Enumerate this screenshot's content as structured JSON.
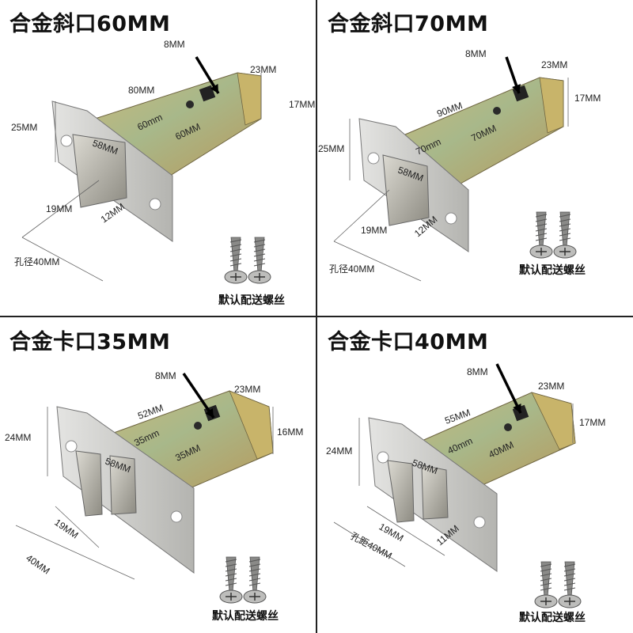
{
  "panels": [
    {
      "title": "合金斜口60MM",
      "bolt": "slanted",
      "labels": {
        "hole": "8MM",
        "width": "23MM",
        "length": "80MM",
        "height": "17MM",
        "backset": "60MM",
        "plate": "25MM",
        "face": "58MM",
        "bolt_w": "19MM",
        "bolt_d": "12MM",
        "pitch": "孔径40MM",
        "stamp": "60mm"
      },
      "screws": "默认配送螺丝"
    },
    {
      "title": "合金斜口70MM",
      "bolt": "slanted",
      "labels": {
        "hole": "8MM",
        "width": "23MM",
        "length": "90MM",
        "height": "17MM",
        "backset": "70MM",
        "plate": "25MM",
        "face": "58MM",
        "bolt_w": "19MM",
        "bolt_d": "12MM",
        "pitch": "孔径40MM",
        "stamp": "70mm"
      },
      "screws": "默认配送螺丝"
    },
    {
      "title": "合金卡口35MM",
      "bolt": "notched",
      "labels": {
        "hole": "8MM",
        "width": "23MM",
        "length": "52MM",
        "height": "16MM",
        "backset": "35MM",
        "plate": "24MM",
        "face": "58MM",
        "bolt_w": "19MM",
        "bolt_d": "",
        "pitch": "40MM",
        "stamp": "35mm"
      },
      "screws": "默认配送螺丝"
    },
    {
      "title": "合金卡口40MM",
      "bolt": "notched",
      "labels": {
        "hole": "8MM",
        "width": "23MM",
        "length": "55MM",
        "height": "17MM",
        "backset": "40MM",
        "plate": "24MM",
        "face": "58MM",
        "bolt_w": "19MM",
        "bolt_d": "11MM",
        "pitch": "孔距40MM",
        "stamp": "40mm"
      },
      "screws": "默认配送螺丝"
    }
  ]
}
